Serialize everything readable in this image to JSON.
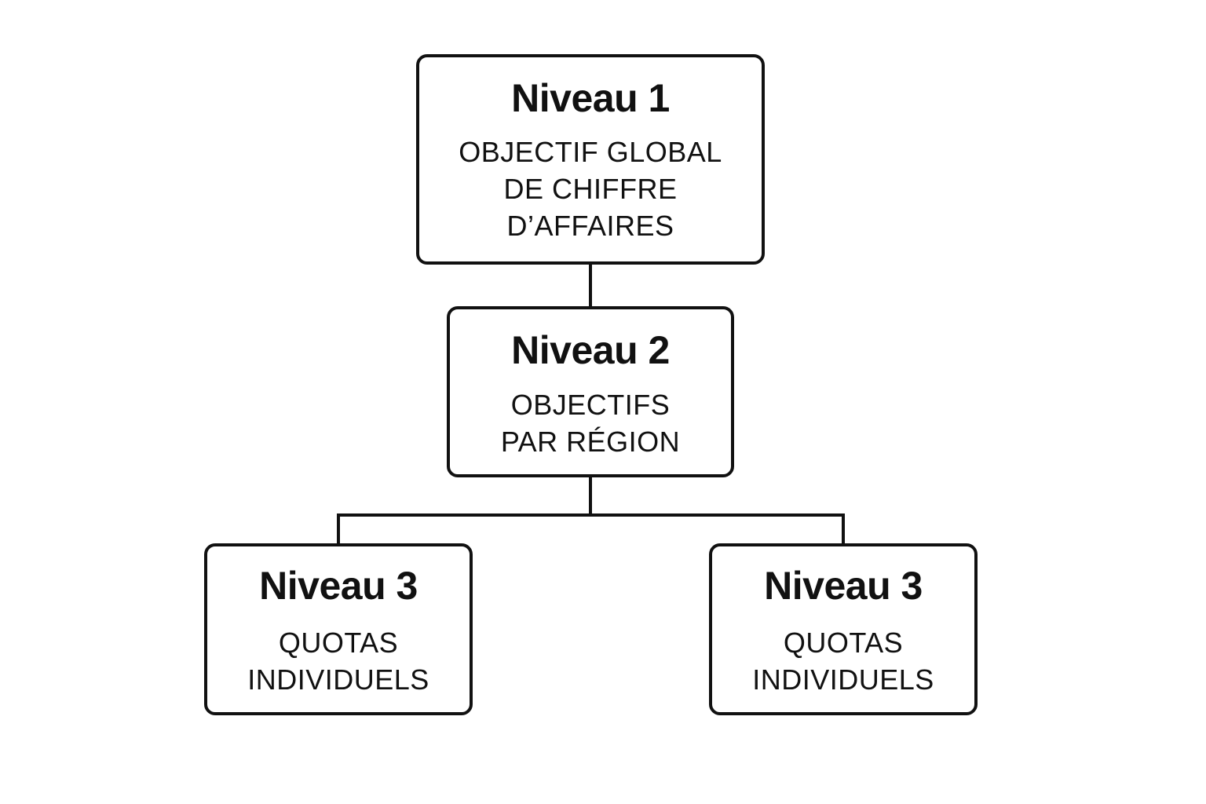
{
  "diagram": {
    "nodes": [
      {
        "id": "level1",
        "title": "Niveau 1",
        "lines": [
          "OBJECTIF GLOBAL",
          "DE CHIFFRE",
          "D’AFFAIRES"
        ]
      },
      {
        "id": "level2",
        "title": "Niveau 2",
        "lines": [
          "OBJECTIFS",
          "PAR RÉGION"
        ]
      },
      {
        "id": "level3a",
        "title": "Niveau 3",
        "lines": [
          "QUOTAS",
          "INDIVIDUELS"
        ]
      },
      {
        "id": "level3b",
        "title": "Niveau 3",
        "lines": [
          "QUOTAS",
          "INDIVIDUELS"
        ]
      }
    ],
    "edges": [
      {
        "from": "level1",
        "to": "level2"
      },
      {
        "from": "level2",
        "to": "level3a"
      },
      {
        "from": "level2",
        "to": "level3b"
      }
    ],
    "colors": {
      "stroke": "#111111",
      "fill": "#ffffff",
      "text": "#111111"
    }
  }
}
